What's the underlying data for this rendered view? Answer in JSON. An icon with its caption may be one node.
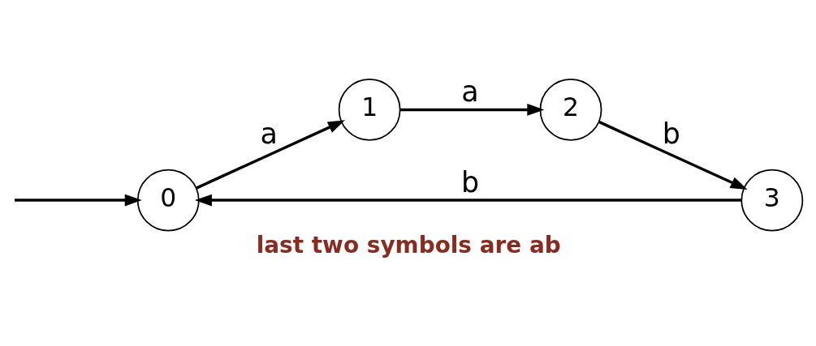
{
  "diagram": {
    "caption": "last two symbols are ab",
    "nodes": [
      {
        "text": [
          "0"
        ]
      },
      {
        "text": [
          "1"
        ]
      },
      {
        "text": [
          "2"
        ]
      },
      {
        "text": [
          "3"
        ]
      }
    ],
    "edges": [
      {
        "from": null,
        "to": 0,
        "arrow": "to"
      },
      {
        "from": 0,
        "to": 1,
        "arrow": "to",
        "label": "a"
      },
      {
        "from": 1,
        "to": 2,
        "arrow": "to",
        "label": "a"
      },
      {
        "from": 2,
        "to": 3,
        "arrow": "to",
        "label": "b"
      },
      {
        "from": 3,
        "to": 0,
        "arrow": "to",
        "label": "b"
      }
    ]
  }
}
